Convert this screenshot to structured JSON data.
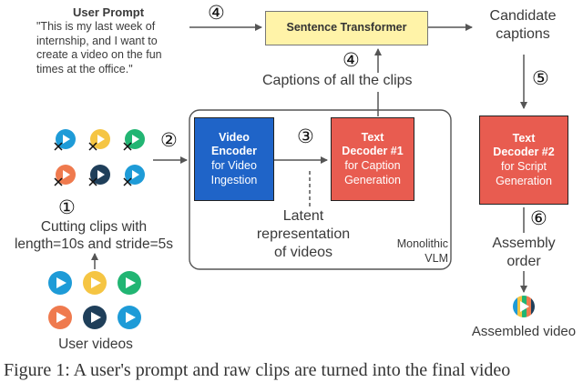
{
  "user_prompt": {
    "title": "User Prompt",
    "lines": [
      "\"This is my last week of",
      "internship, and I want to",
      "create a video on the fun",
      "times at the office.\""
    ]
  },
  "sentence_transformer": "Sentence Transformer",
  "candidate_captions": [
    "Candidate",
    "captions"
  ],
  "captions_all_clips": "Captions of all the clips",
  "video_encoder": {
    "title_lines": [
      "Video",
      "Encoder"
    ],
    "sub_lines": [
      "for Video",
      "Ingestion"
    ]
  },
  "text_decoder_1": {
    "title_lines": [
      "Text",
      "Decoder #1"
    ],
    "sub_lines": [
      "for Caption",
      "Generation"
    ]
  },
  "text_decoder_2": {
    "title_lines": [
      "Text",
      "Decoder #2"
    ],
    "sub_lines": [
      "for Script",
      "Generation"
    ]
  },
  "latent": [
    "Latent",
    "representation",
    "of videos"
  ],
  "monolithic": [
    "Monolithic",
    "VLM"
  ],
  "cutting": [
    "Cutting clips with",
    "length=10s and stride=5s"
  ],
  "user_videos": "User videos",
  "assembly_order": [
    "Assembly",
    "order"
  ],
  "assembled_video": "Assembled video",
  "steps": {
    "s1": "1",
    "s2": "2",
    "s3": "3",
    "s4a": "4",
    "s4b": "4",
    "s5": "5",
    "s6": "6"
  },
  "figure_caption": "Figure 1: A user's prompt and raw clips are turned into the final video",
  "colors": {
    "blue": "#1f64c8",
    "red": "#e85c50",
    "yellow": "#fff3a8",
    "video_blue": "#1e9bd7",
    "video_yellow": "#f5c543",
    "video_green": "#22b573",
    "video_orange": "#ef7a4e",
    "video_dark": "#1f3f5a"
  }
}
